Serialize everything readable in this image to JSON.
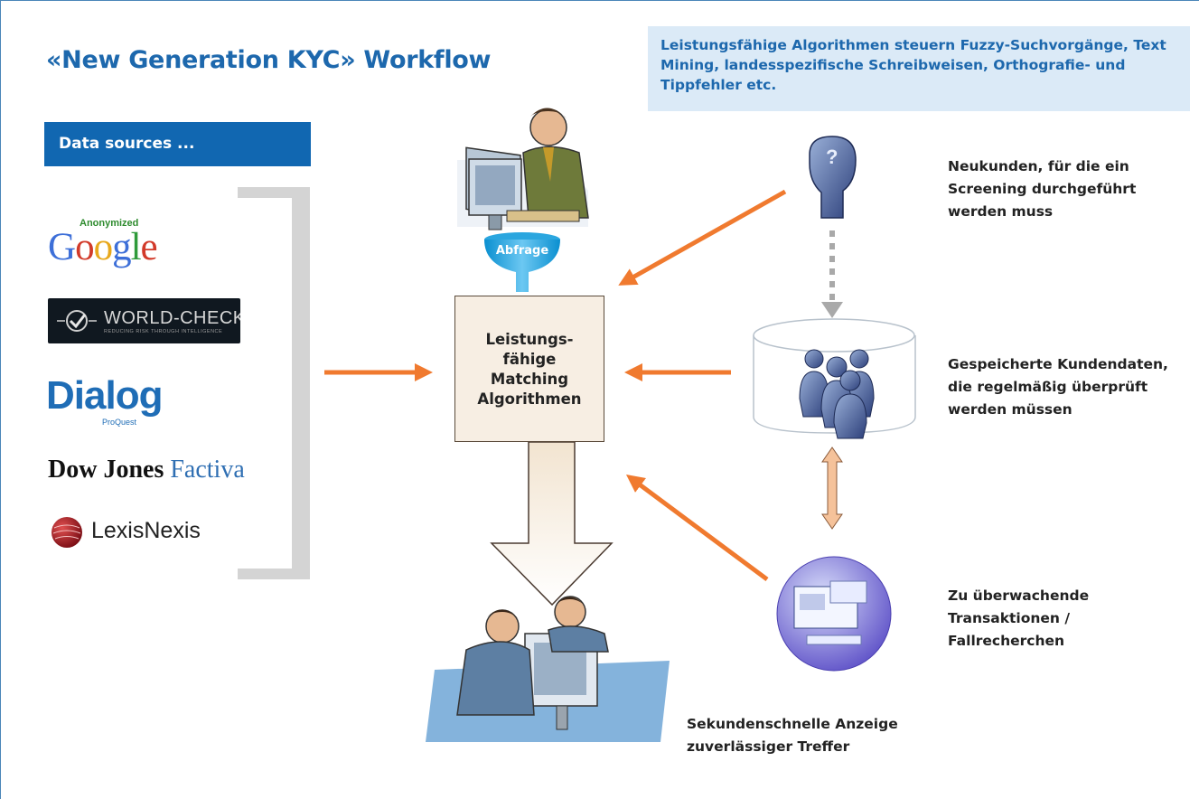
{
  "title": "«New Generation KYC» Workflow",
  "note": "Leistungsfähige Algorithmen steuern Fuzzy-Suchvorgänge, Text Mining, landesspezifische Schreibweisen, Orthografie- und Tippfehler etc.",
  "data_sources": {
    "header": "Data sources ...",
    "google": {
      "anon": "Anonymized",
      "word": "Google"
    },
    "worldcheck": {
      "name": "WORLD-CHECK",
      "tagline": "REDUCING RISK THROUGH INTELLIGENCE"
    },
    "dialog": {
      "name": "Dialog",
      "sub": "ProQuest"
    },
    "dowjones": {
      "part1": "Dow Jones",
      "part2": "Factiva"
    },
    "lexisnexis": {
      "name": "LexisNexis"
    }
  },
  "center": {
    "funnel_label": "Abfrage",
    "matching_text": "Leistungs-\nfähige\nMatching\nAlgorithmen"
  },
  "labels": {
    "neukunden": "Neukunden, für die ein\nScreening durchgeführt\nwerden muss",
    "gespeichert": "Gespeicherte Kundendaten,\ndie regelmäßig überprüft\nwerden müssen",
    "transaktionen": "Zu überwachende\nTransaktionen /\nFallrecherchen",
    "anzeige": "Sekundenschnelle Anzeige\nzuverlässiger Treffer"
  },
  "colors": {
    "accent_orange": "#f07a2f",
    "brand_blue": "#1167b1",
    "title_blue": "#1d68ad",
    "note_bg": "#dbeaf7"
  },
  "icons": [
    "operator-at-computer-icon",
    "funnel-icon",
    "unknown-person-icon",
    "database-cylinder-icon",
    "people-group-icon",
    "transaction-globe-icon",
    "analysts-meeting-icon"
  ]
}
